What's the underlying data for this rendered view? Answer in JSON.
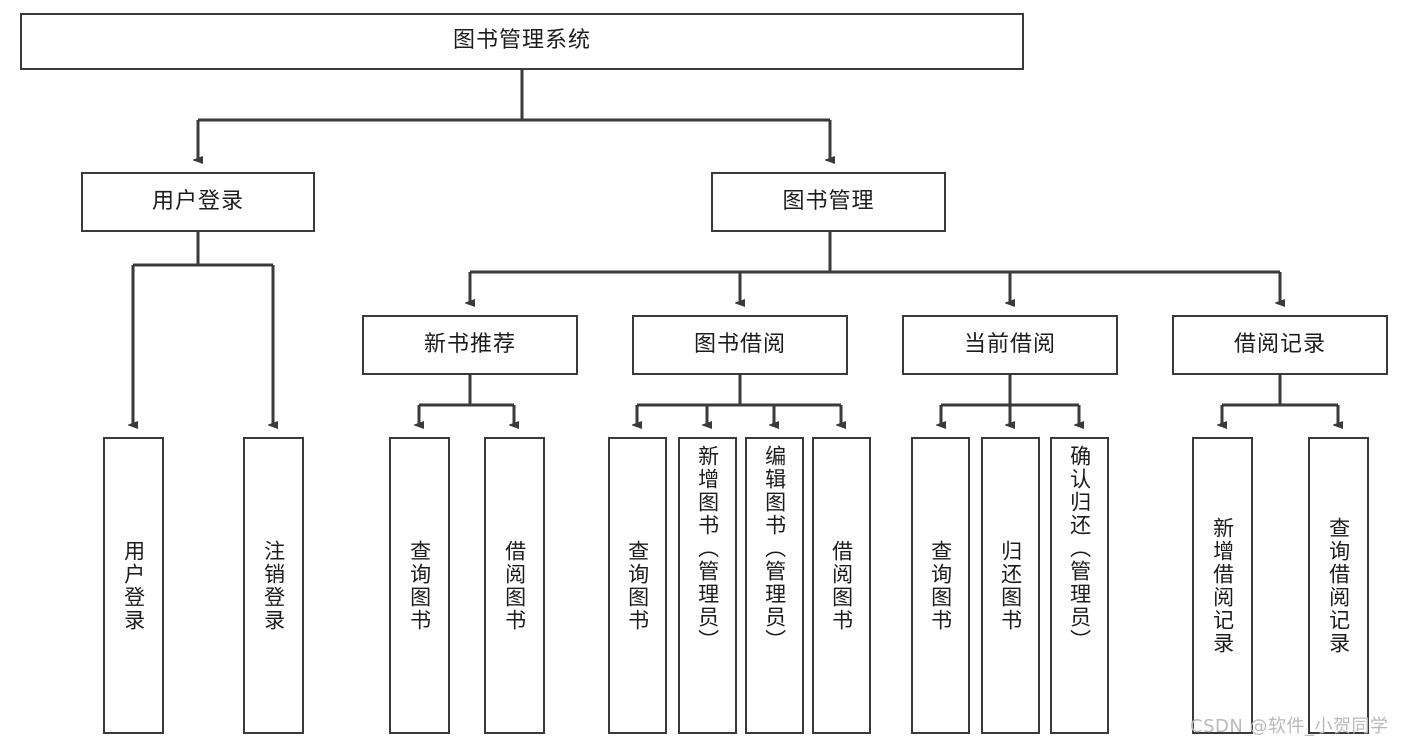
{
  "diagram": {
    "title": "图书管理系统",
    "type": "tree-hierarchy",
    "watermark": "CSDN @软件_小贺同学",
    "colors": {
      "background": "#ffffff",
      "border": "#3a3a3a",
      "text": "#1c1c1c",
      "edge": "#3a3a3a",
      "watermark": "#b9b9b9"
    },
    "nodes": {
      "root": {
        "label": "图书管理系统"
      },
      "level2": [
        {
          "id": "user-login",
          "label": "用户登录"
        },
        {
          "id": "book-manage",
          "label": "图书管理"
        }
      ],
      "level3": [
        {
          "id": "new-book-recommend",
          "label": "新书推荐"
        },
        {
          "id": "book-borrow",
          "label": "图书借阅"
        },
        {
          "id": "current-borrow",
          "label": "当前借阅"
        },
        {
          "id": "borrow-record",
          "label": "借阅记录"
        }
      ],
      "leaves": {
        "user-login": [
          {
            "id": "leaf-user-login",
            "label": "用户登录"
          },
          {
            "id": "leaf-logout-login",
            "label": "注销登录"
          }
        ],
        "new-book-recommend": [
          {
            "id": "leaf-query-book-1",
            "label": "查询图书"
          },
          {
            "id": "leaf-borrow-book-1",
            "label": "借阅图书"
          }
        ],
        "book-borrow": [
          {
            "id": "leaf-query-book-2",
            "label": "查询图书"
          },
          {
            "id": "leaf-add-book",
            "label": "新增图书（管理员）"
          },
          {
            "id": "leaf-edit-book",
            "label": "编辑图书（管理员）"
          },
          {
            "id": "leaf-borrow-book-2",
            "label": "借阅图书"
          }
        ],
        "current-borrow": [
          {
            "id": "leaf-query-book-3",
            "label": "查询图书"
          },
          {
            "id": "leaf-return-book",
            "label": "归还图书"
          },
          {
            "id": "leaf-confirm-return",
            "label": "确认归还（管理员）"
          }
        ],
        "borrow-record": [
          {
            "id": "leaf-add-record",
            "label": "新增借阅记录"
          },
          {
            "id": "leaf-query-record",
            "label": "查询借阅记录"
          }
        ]
      }
    }
  }
}
